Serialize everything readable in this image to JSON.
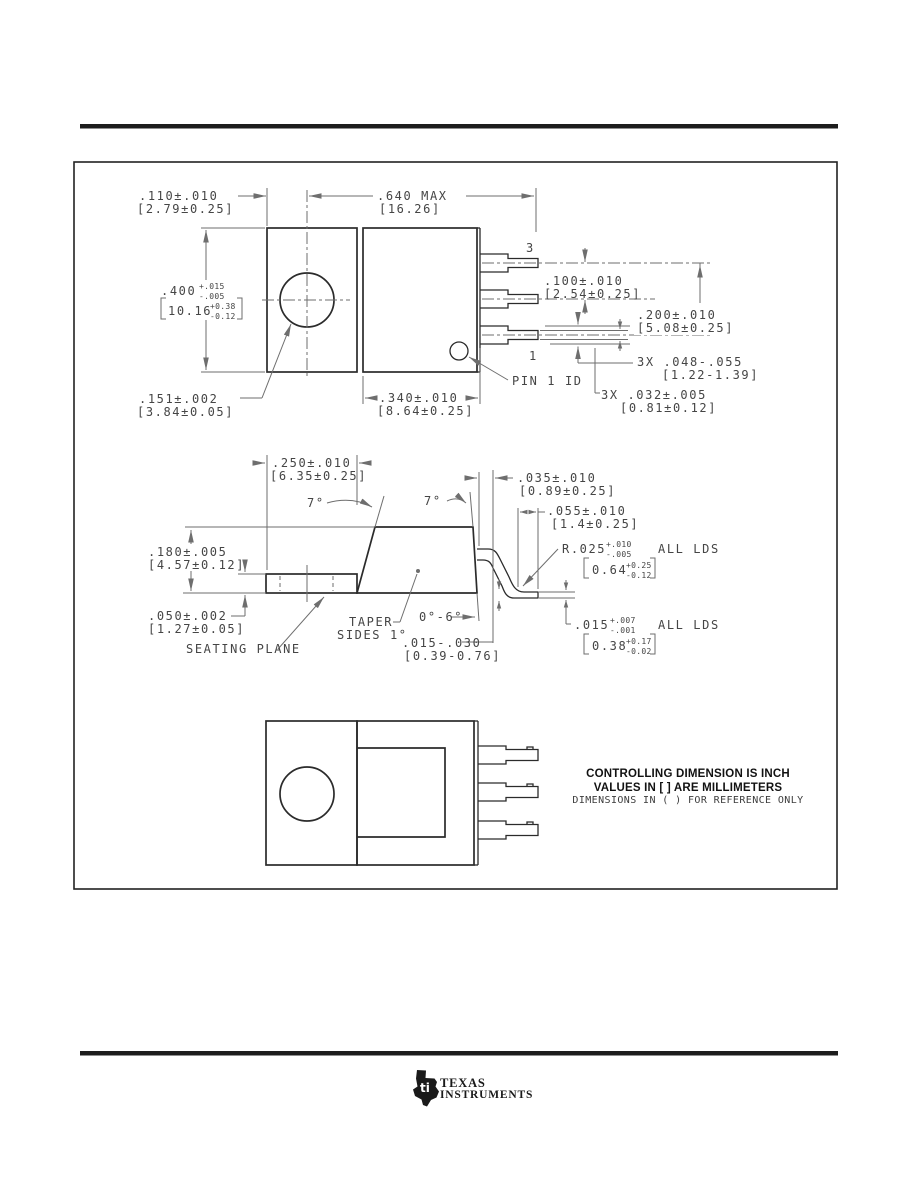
{
  "top_view": {
    "dim_tab_offset": {
      "in": ".110±.010",
      "mm": "[2.79±0.25]"
    },
    "dim_overall": {
      "in": ".640  MAX",
      "mm": "[16.26]"
    },
    "dim_body_width": {
      "in_main": ".400",
      "in_plus": "+.015",
      "in_minus": "-.005",
      "mm_main": "10.16",
      "mm_plus": "+0.38",
      "mm_minus": "-0.12"
    },
    "dim_hole_dia": {
      "in": ".151±.002",
      "mm": "[3.84±0.05]"
    },
    "dim_body_length": {
      "in": ".340±.010",
      "mm": "[8.64±0.25]"
    },
    "dim_lead_pitch": {
      "in": ".100±.010",
      "mm": "[2.54±0.25]"
    },
    "dim_lead_span": {
      "in": ".200±.010",
      "mm": "[5.08±0.25]"
    },
    "dim_lead_width_wide": {
      "in": "3X  .048-.055",
      "mm": "[1.22-1.39]"
    },
    "dim_lead_width_narrow": {
      "in": "3X  .032±.005",
      "mm": "[0.81±0.12]"
    },
    "pin3_label": "3",
    "pin1_label": "1",
    "pin1_id_label": "PIN 1 ID"
  },
  "side_view": {
    "dim_tab_length": {
      "in": ".250±.010",
      "mm": "[6.35±0.25]"
    },
    "angle_left": "7°",
    "angle_right": "7°",
    "dim_body_height": {
      "in": ".180±.005",
      "mm": "[4.57±0.12]"
    },
    "dim_tab_thickness": {
      "in": ".050±.002",
      "mm": "[1.27±0.05]"
    },
    "seating_plane_label": "SEATING PLANE",
    "taper_label_line1": "TAPER",
    "taper_label_line2": "SIDES 1°",
    "lead_angle": "0°-6°",
    "dim_standoff": {
      "in": ".015-.030",
      "mm": "[0.39-0.76]"
    },
    "dim_shoulder": {
      "in": ".035±.010",
      "mm": "[0.89±0.25]"
    },
    "dim_foot_length": {
      "in": ".055±.010",
      "mm": "[1.4±0.25]"
    },
    "dim_bend_radius": {
      "in_main": "R.025",
      "in_plus": "+.010",
      "in_minus": "-.005",
      "mm_main": "0.64",
      "mm_plus": "+0.25",
      "mm_minus": "-0.12",
      "note": "ALL LDS"
    },
    "dim_lead_thickness": {
      "in_main": ".015",
      "in_plus": "+.007",
      "in_minus": "-.001",
      "mm_main": "0.38",
      "mm_plus": "+0.17",
      "mm_minus": "-0.02",
      "note": "ALL LDS"
    }
  },
  "notes": {
    "line1": "CONTROLLING DIMENSION IS INCH",
    "line2": "VALUES IN [ ] ARE MILLIMETERS",
    "line3": "DIMENSIONS IN ( ) FOR REFERENCE ONLY"
  },
  "footer": {
    "brand_line1": "TEXAS",
    "brand_line2": "INSTRUMENTS",
    "logo_monogram": "ti"
  },
  "colors": {
    "ink": "#1d1d1d",
    "line_gray": "#6e6e6e"
  }
}
